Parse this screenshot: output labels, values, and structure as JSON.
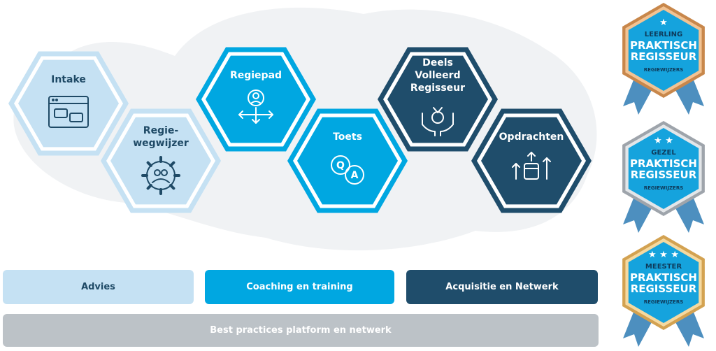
{
  "steps": [
    {
      "lines": [
        "Intake"
      ],
      "icon": "chat-window-icon"
    },
    {
      "lines": [
        "Regie-",
        "wegwijzer"
      ],
      "icon": "gear-people-icon"
    },
    {
      "lines": [
        "Regiepad"
      ],
      "icon": "person-arrows-icon"
    },
    {
      "lines": [
        "Toets"
      ],
      "icon": "qa-icon"
    },
    {
      "lines": [
        "Deels",
        "Volleerd",
        "Regisseur"
      ],
      "icon": "medal-hands-icon"
    },
    {
      "lines": [
        "Opdrachten"
      ],
      "icon": "fist-arrows-icon"
    }
  ],
  "bars": {
    "advies": "Advies",
    "coaching": "Coaching en training",
    "acquisitie": "Acquisitie en Netwerk",
    "best_practices": "Best practices platform en netwerk"
  },
  "badges": [
    {
      "stars": "★",
      "level": "LEERLING",
      "title1": "PRAKTISCH",
      "title2": "REGISSEUR",
      "brand": "REGIEWIJZERS",
      "ring": "bronze"
    },
    {
      "stars": "★ ★",
      "level": "GEZEL",
      "title1": "PRAKTISCH",
      "title2": "REGISSEUR",
      "brand": "REGIEWIJZERS",
      "ring": "silver"
    },
    {
      "stars": "★ ★ ★",
      "level": "MEESTER",
      "title1": "PRAKTISCH",
      "title2": "REGISSEUR",
      "brand": "REGIEWIJZERS",
      "ring": "gold"
    }
  ],
  "colors": {
    "light": "#c5e1f3",
    "cyan": "#00a7e1",
    "navy": "#1f4d6b",
    "grey_bar": "#bcc2c7",
    "cloud": "#f0f2f4",
    "badge_blue": "#15a3dd"
  }
}
